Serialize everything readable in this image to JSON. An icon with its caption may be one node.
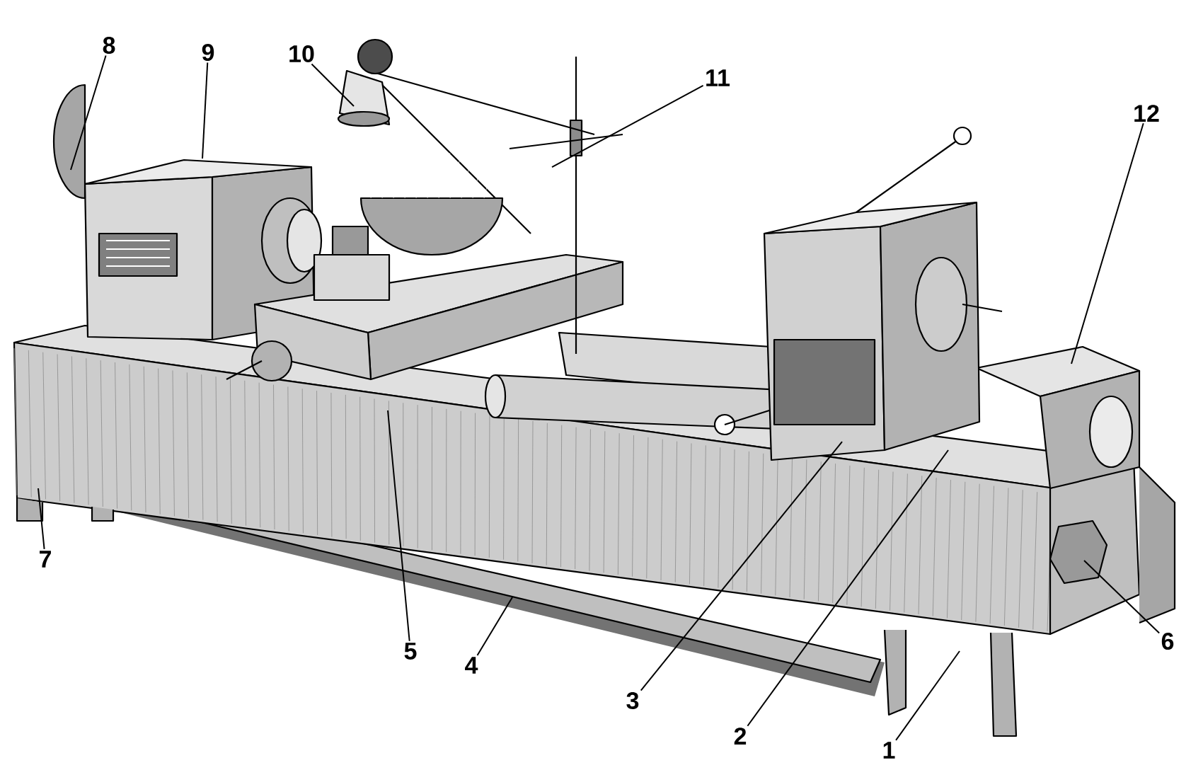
{
  "diagram": {
    "nodes": [
      {
        "text": [
          "1"
        ]
      },
      {
        "text": [
          "2"
        ]
      },
      {
        "text": [
          "3"
        ]
      },
      {
        "text": [
          "4"
        ]
      },
      {
        "text": [
          "5"
        ]
      },
      {
        "text": [
          "6"
        ]
      },
      {
        "text": [
          "7"
        ]
      },
      {
        "text": [
          "8"
        ]
      },
      {
        "text": [
          "9"
        ]
      },
      {
        "text": [
          "10"
        ]
      },
      {
        "text": [
          "11"
        ]
      },
      {
        "text": [
          "12"
        ]
      }
    ],
    "edges": [
      {
        "from": 0,
        "to": null,
        "arrow": "none"
      },
      {
        "from": 1,
        "to": null,
        "arrow": "none"
      },
      {
        "from": 2,
        "to": null,
        "arrow": "none"
      },
      {
        "from": 3,
        "to": null,
        "arrow": "none"
      },
      {
        "from": 4,
        "to": null,
        "arrow": "none"
      },
      {
        "from": 5,
        "to": null,
        "arrow": "none"
      },
      {
        "from": 6,
        "to": null,
        "arrow": "none"
      },
      {
        "from": 7,
        "to": null,
        "arrow": "none"
      },
      {
        "from": 8,
        "to": null,
        "arrow": "none"
      },
      {
        "from": 9,
        "to": null,
        "arrow": "none"
      },
      {
        "from": 10,
        "to": null,
        "arrow": "none"
      },
      {
        "from": 11,
        "to": null,
        "arrow": "none"
      }
    ]
  }
}
